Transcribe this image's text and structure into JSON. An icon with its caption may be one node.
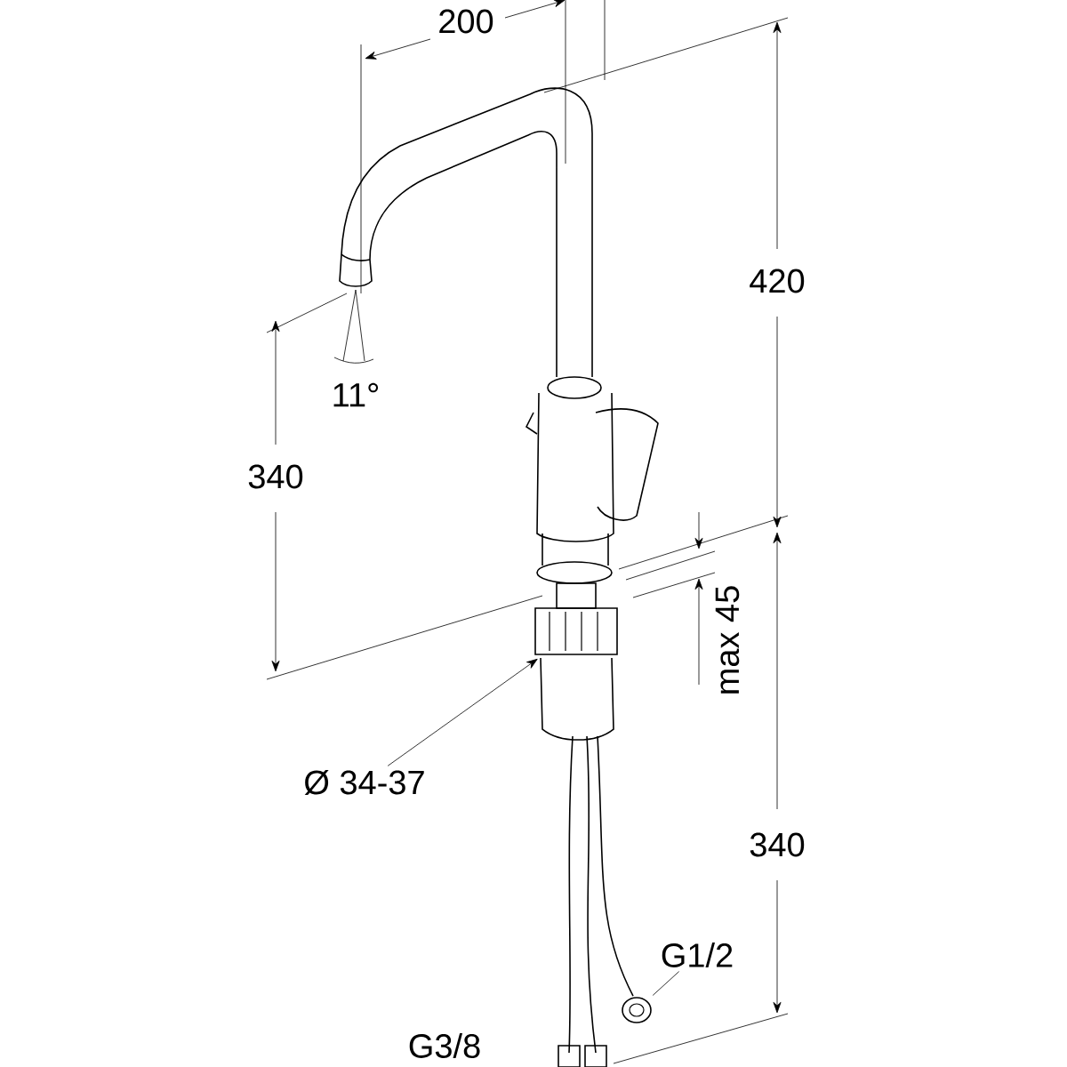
{
  "diagram": {
    "nodes": [
      {
        "text": [
          "Ø 34-37"
        ]
      },
      {
        "text": [],
        "shape": "picture"
      },
      {
        "text": [
          "G1/2"
        ]
      },
      {
        "text": [],
        "shape": "picture"
      }
    ],
    "edges": [
      {
        "from": 0,
        "to": 1,
        "arrow": "to"
      },
      {
        "from": 2,
        "to": 3,
        "arrow": "none"
      }
    ],
    "labels": [
      "200",
      "420",
      "11°",
      "340",
      "max 45",
      "340",
      "G3/8"
    ]
  }
}
